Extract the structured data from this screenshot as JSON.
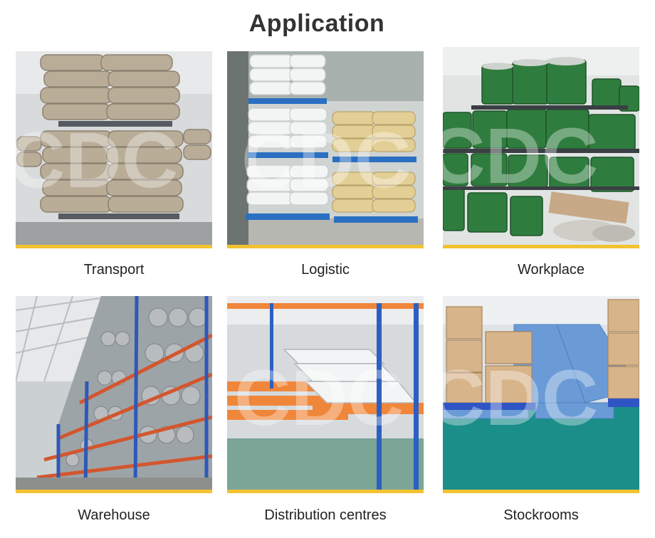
{
  "page": {
    "title": "Application",
    "accent_color": "#f2c230"
  },
  "tiles": [
    {
      "caption": "Transport"
    },
    {
      "caption": "Logistic"
    },
    {
      "caption": "Workplace"
    },
    {
      "caption": "Warehouse"
    },
    {
      "caption": "Distribution centres"
    },
    {
      "caption": "Stockrooms"
    }
  ],
  "watermark": {
    "text": "CDC"
  }
}
